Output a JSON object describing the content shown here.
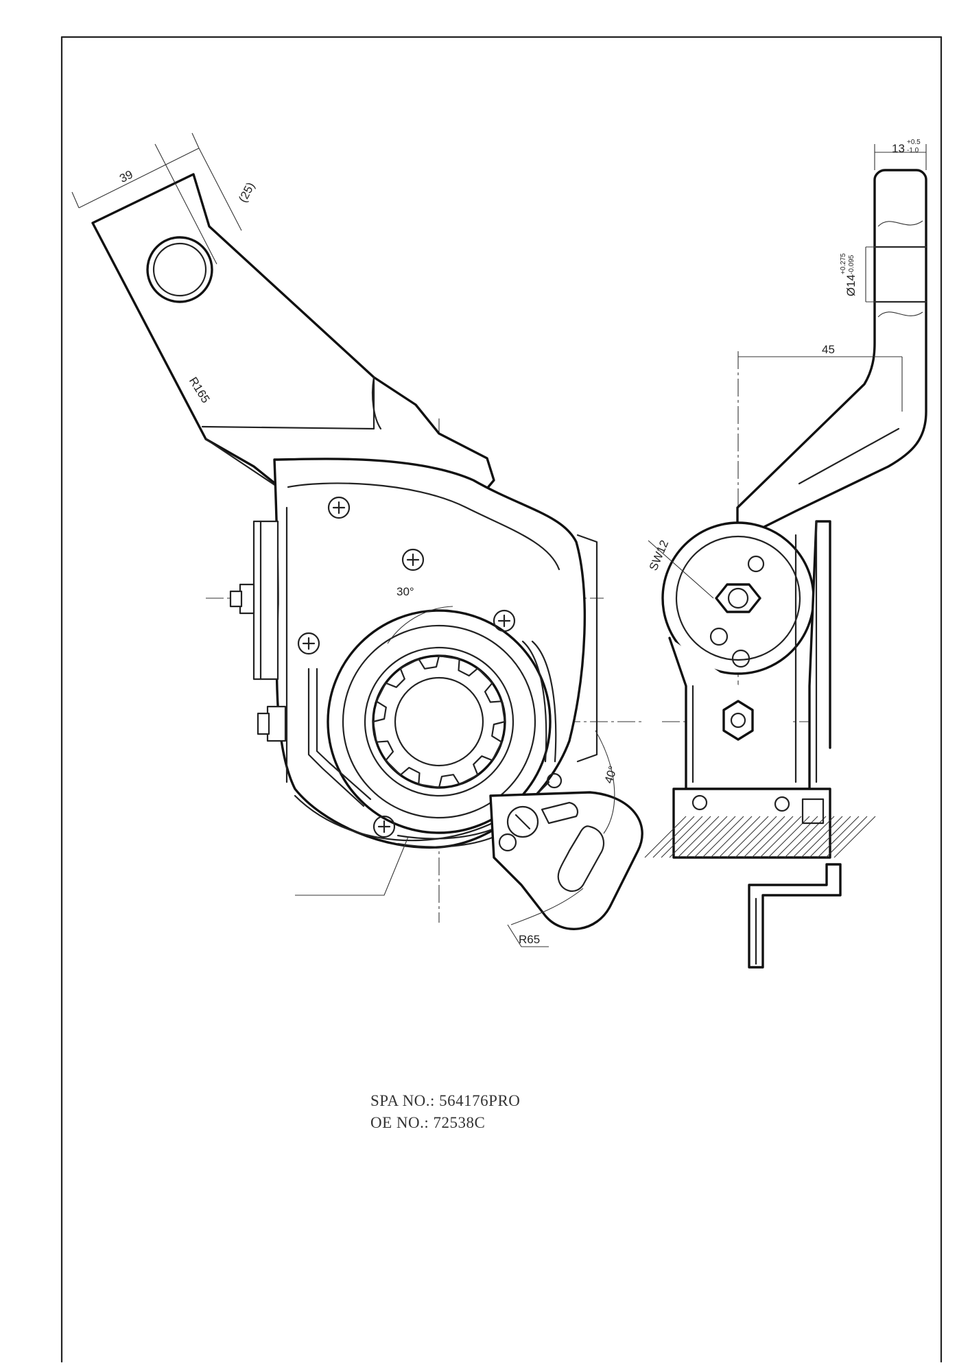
{
  "drawing": {
    "spa_line": "SPA NO.: 564176PRO",
    "oe_line": "OE NO.: 72538C",
    "dimensions": {
      "arm_width": "39",
      "arm_offset": "(25)",
      "arm_radius": "R165",
      "angle_top": "30°",
      "angle_side": "40°",
      "lever_radius": "R65",
      "thickness": "13",
      "thickness_tol_upper": "+0.5",
      "thickness_tol_lower": "-1.0",
      "hole_dia": "Ø14",
      "hole_tol_upper": "+0.275",
      "hole_tol_lower": "-0.095",
      "side_offset": "45",
      "wrench_size": "SW12"
    }
  }
}
